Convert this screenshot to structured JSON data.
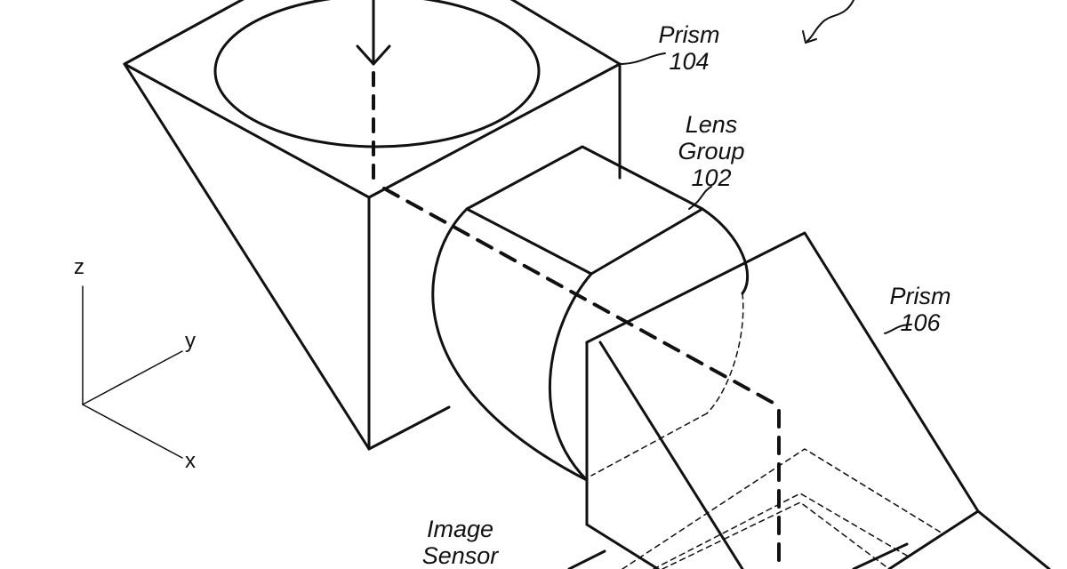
{
  "labels": {
    "prism_104": {
      "name": "Prism",
      "ref": "104"
    },
    "lens_group_102": {
      "line1": "Lens",
      "line2": "Group",
      "ref": "102"
    },
    "prism_106": {
      "name": "Prism",
      "ref": "106"
    },
    "image_sensor": {
      "line1": "Image",
      "line2": "Sensor"
    }
  },
  "axes": {
    "z": "z",
    "y": "y",
    "x": "x"
  },
  "colors": {
    "stroke": "#111111",
    "background": "#ffffff"
  }
}
